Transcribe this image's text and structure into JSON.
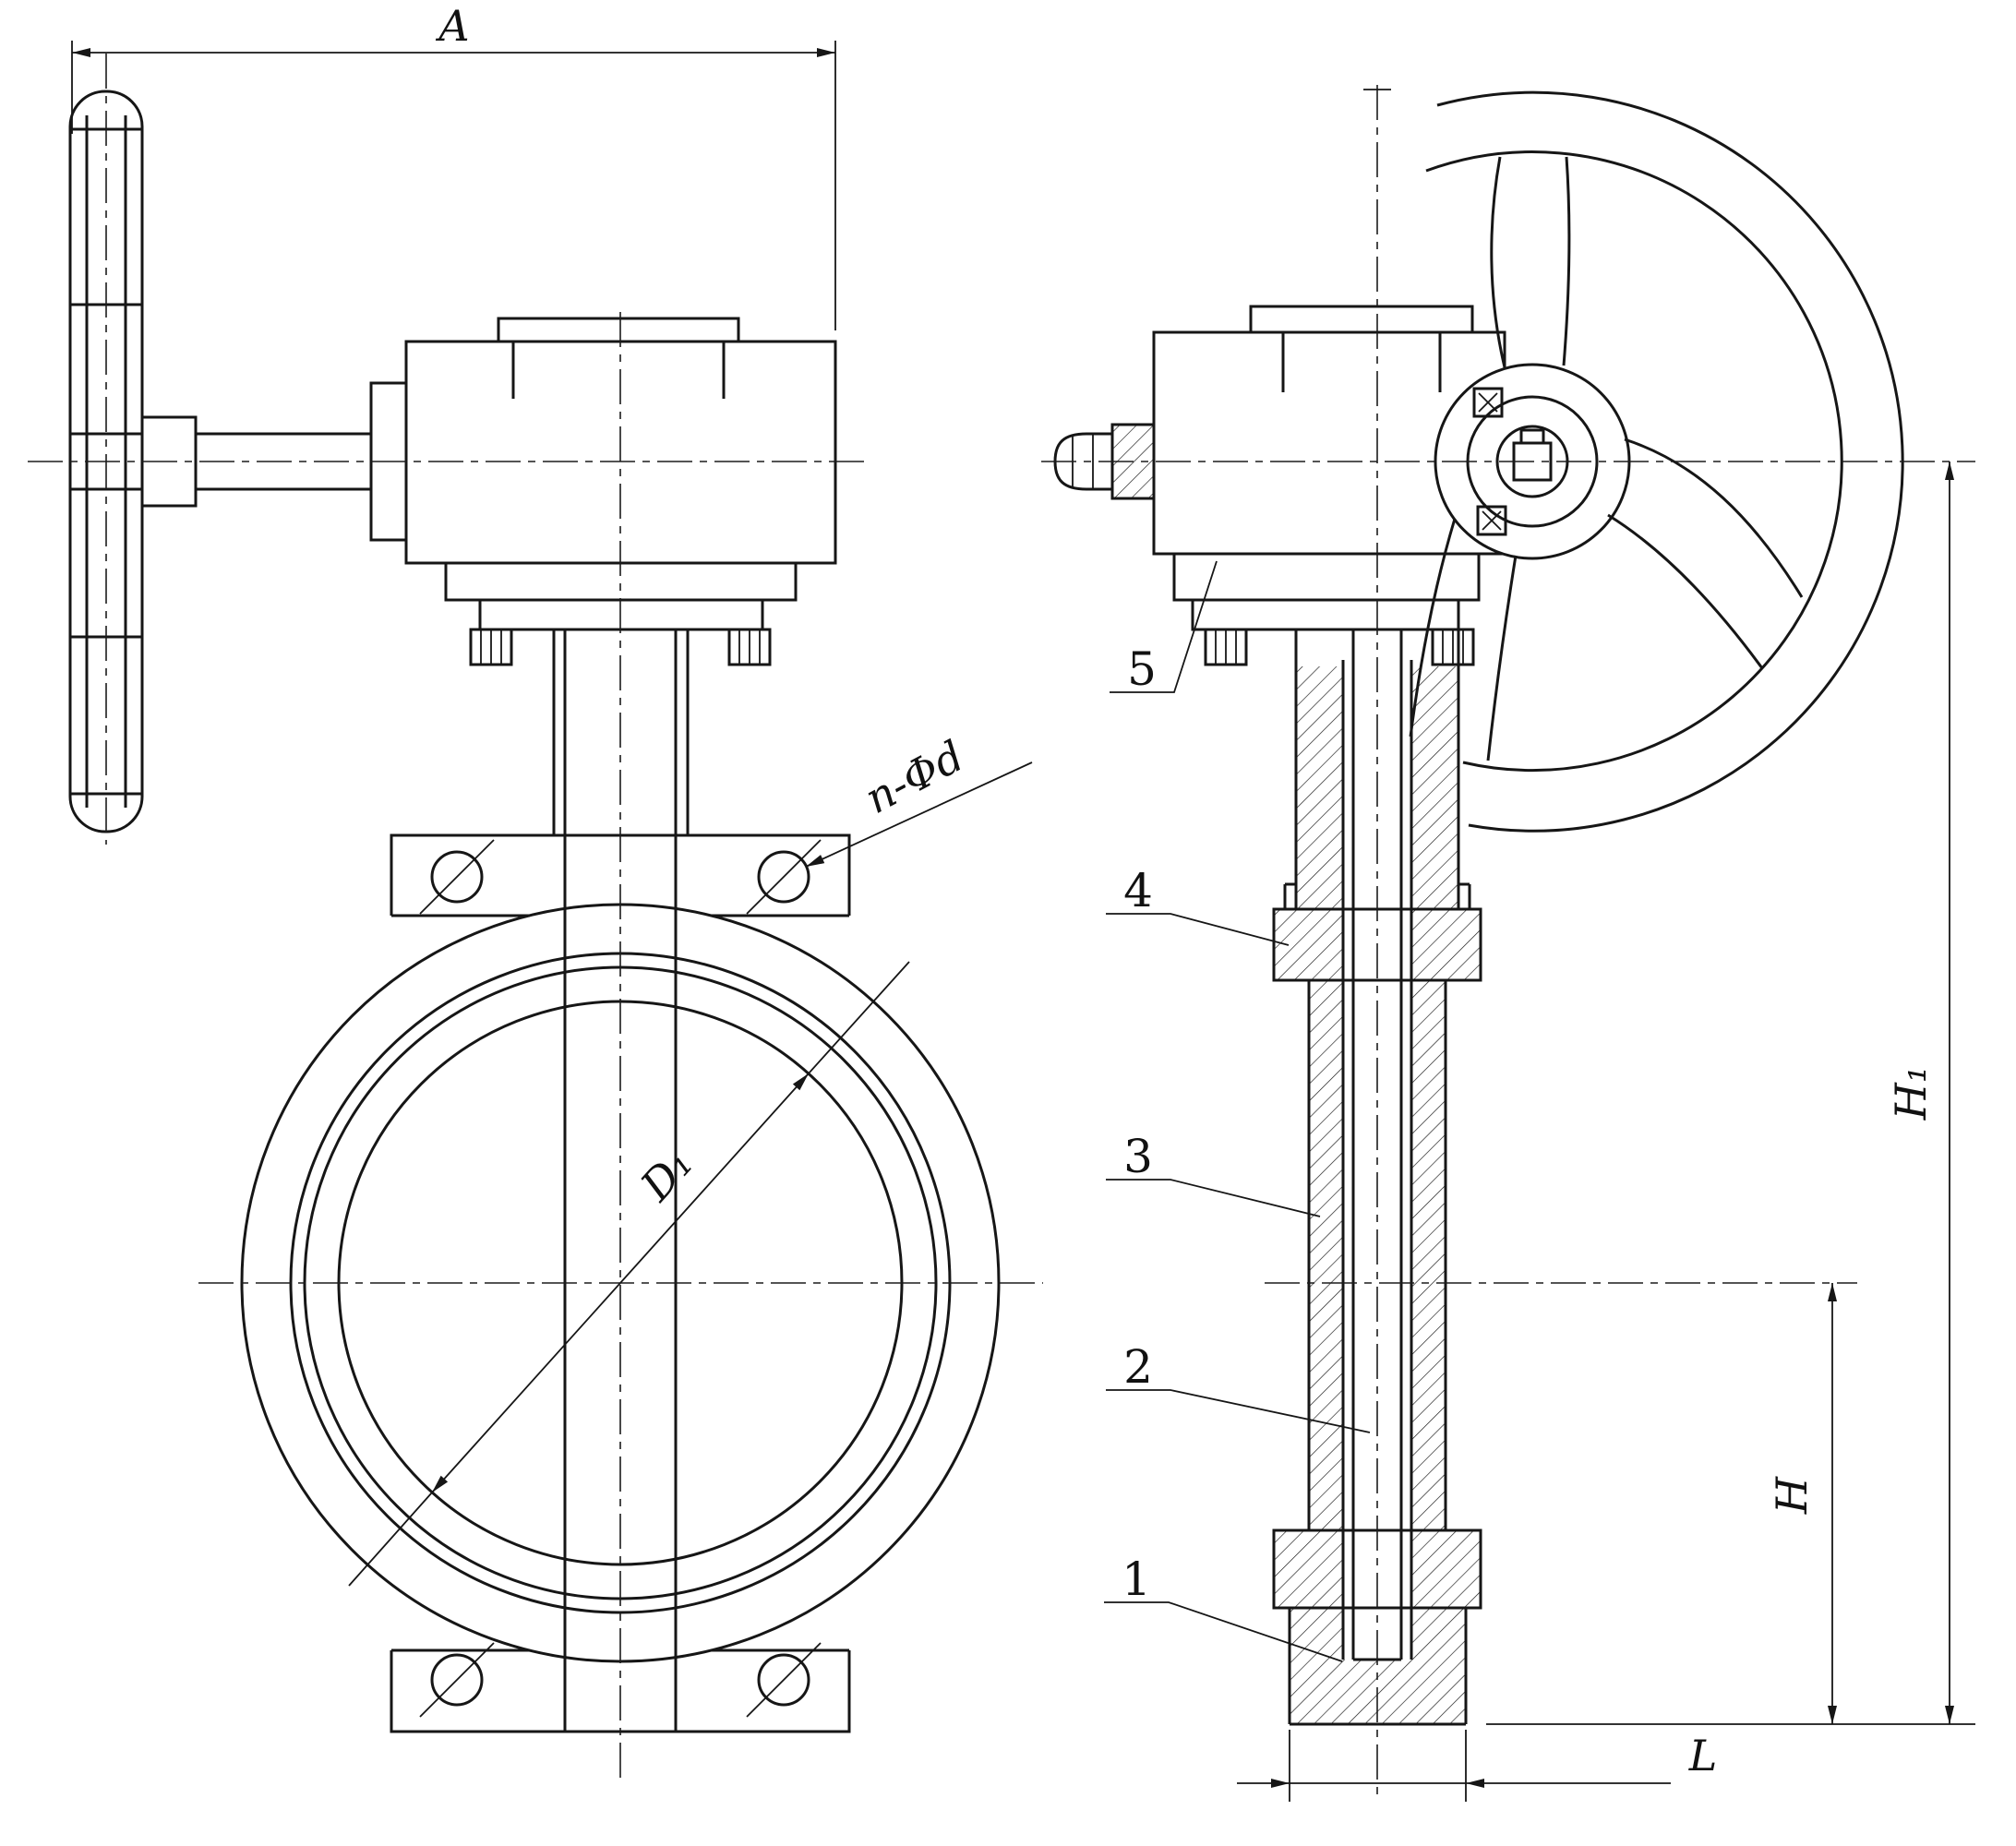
{
  "drawing": {
    "ink_color": "#161616",
    "paper_color": "#ffffff"
  },
  "labels": {
    "dim_width": "A",
    "bolt_pattern": "n-Φd",
    "bore_diameter": "D₁",
    "total_height": "H₁",
    "body_height": "H",
    "bottom_width": "L"
  },
  "part_numbers": [
    "5",
    "4",
    "3",
    "2",
    "1"
  ]
}
